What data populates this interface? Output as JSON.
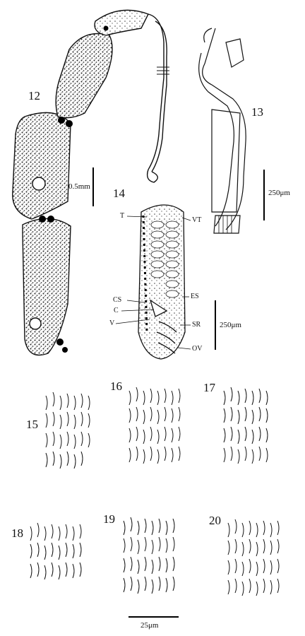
{
  "figure_numbers": {
    "f12": "12",
    "f13": "13",
    "f14": "14",
    "f15": "15",
    "f16": "16",
    "f17": "17",
    "f18": "18",
    "f19": "19",
    "f20": "20"
  },
  "scale_bars": {
    "fig12": "0.5mm",
    "fig13": "250μm",
    "fig14": "250μm",
    "spines": "25μm"
  },
  "fig14_labels": {
    "t": "T",
    "vt": "VT",
    "cs": "CS",
    "es": "ES",
    "c": "C",
    "sr": "SR",
    "v": "V",
    "ov": "OV"
  }
}
